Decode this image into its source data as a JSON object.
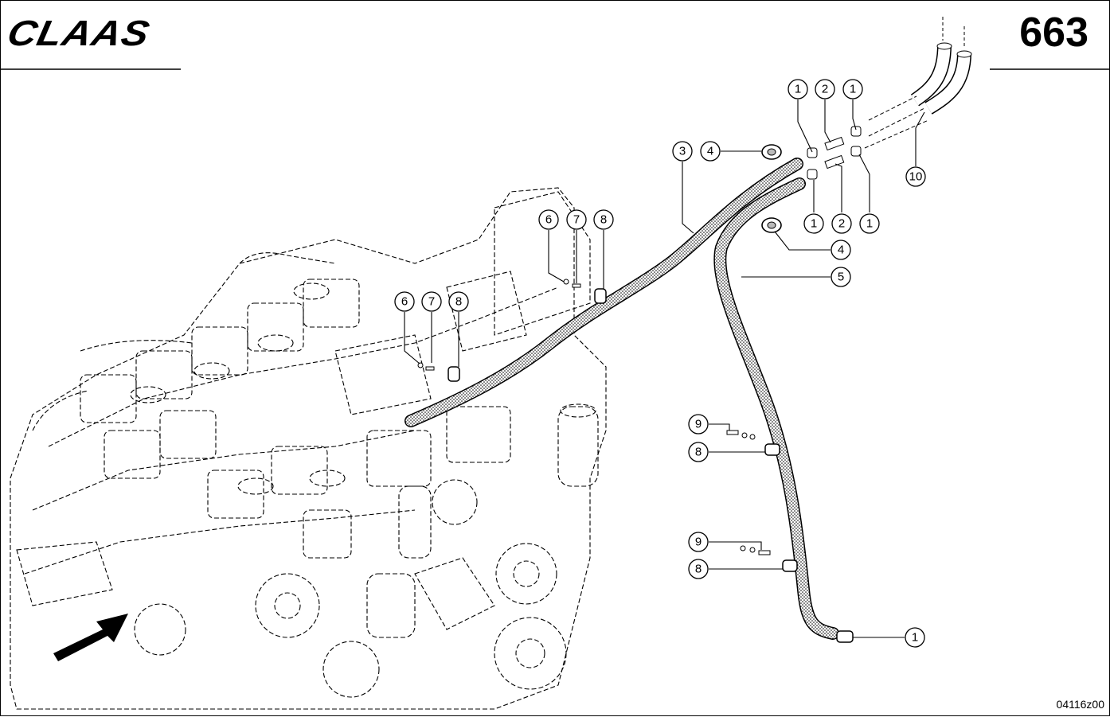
{
  "header": {
    "logo": "CLAAS",
    "page_number": "663"
  },
  "footer": {
    "diagram_code": "04116z00"
  },
  "callouts": [
    {
      "label": "1"
    },
    {
      "label": "2"
    },
    {
      "label": "1"
    },
    {
      "label": "3"
    },
    {
      "label": "4"
    },
    {
      "label": "10"
    },
    {
      "label": "1"
    },
    {
      "label": "2"
    },
    {
      "label": "1"
    },
    {
      "label": "4"
    },
    {
      "label": "5"
    },
    {
      "label": "6"
    },
    {
      "label": "7"
    },
    {
      "label": "8"
    },
    {
      "label": "6"
    },
    {
      "label": "7"
    },
    {
      "label": "8"
    },
    {
      "label": "9"
    },
    {
      "label": "8"
    },
    {
      "label": "9"
    },
    {
      "label": "8"
    },
    {
      "label": "1"
    }
  ],
  "colors": {
    "line": "#000000",
    "background": "#ffffff",
    "hose_fill": "#e6e6e6"
  },
  "icons": {
    "pointer_arrow": "arrow-icon"
  }
}
